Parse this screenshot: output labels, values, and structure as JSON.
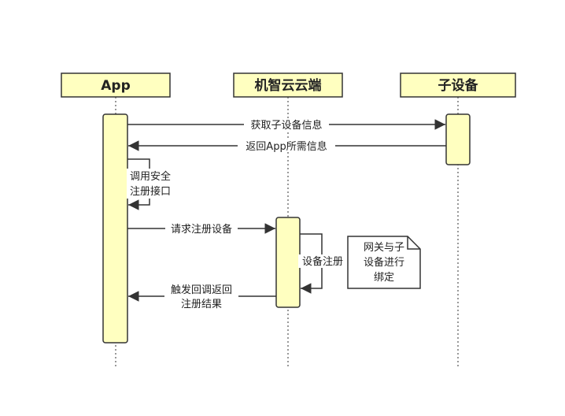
{
  "colors": {
    "participant_fill": "#ffffc0",
    "activation_fill": "#ffffc0",
    "line": "#333333",
    "note_fill": "#ffffff",
    "background": "#ffffff"
  },
  "participants": [
    {
      "id": "app",
      "label": "App"
    },
    {
      "id": "cloud",
      "label": "机智云云端"
    },
    {
      "id": "device",
      "label": "子设备"
    }
  ],
  "messages": [
    {
      "id": "get-device-info",
      "label": "获取子设备信息",
      "from": "app",
      "to": "device",
      "style": "solid"
    },
    {
      "id": "return-app-info",
      "label": "返回App所需信息",
      "from": "device",
      "to": "app",
      "style": "solid"
    },
    {
      "id": "call-secure-register",
      "lines": [
        "调用安全",
        "注册接口"
      ],
      "from": "app",
      "to": "app",
      "style": "self"
    },
    {
      "id": "request-register-device",
      "label": "请求注册设备",
      "from": "app",
      "to": "cloud",
      "style": "solid"
    },
    {
      "id": "device-register",
      "label": "设备注册",
      "from": "cloud",
      "to": "cloud",
      "style": "self"
    },
    {
      "id": "callback-result",
      "lines": [
        "触发回调返回",
        "注册结果"
      ],
      "from": "cloud",
      "to": "app",
      "style": "solid"
    }
  ],
  "note": {
    "lines": [
      "网关与子",
      "设备进行",
      "绑定"
    ]
  }
}
